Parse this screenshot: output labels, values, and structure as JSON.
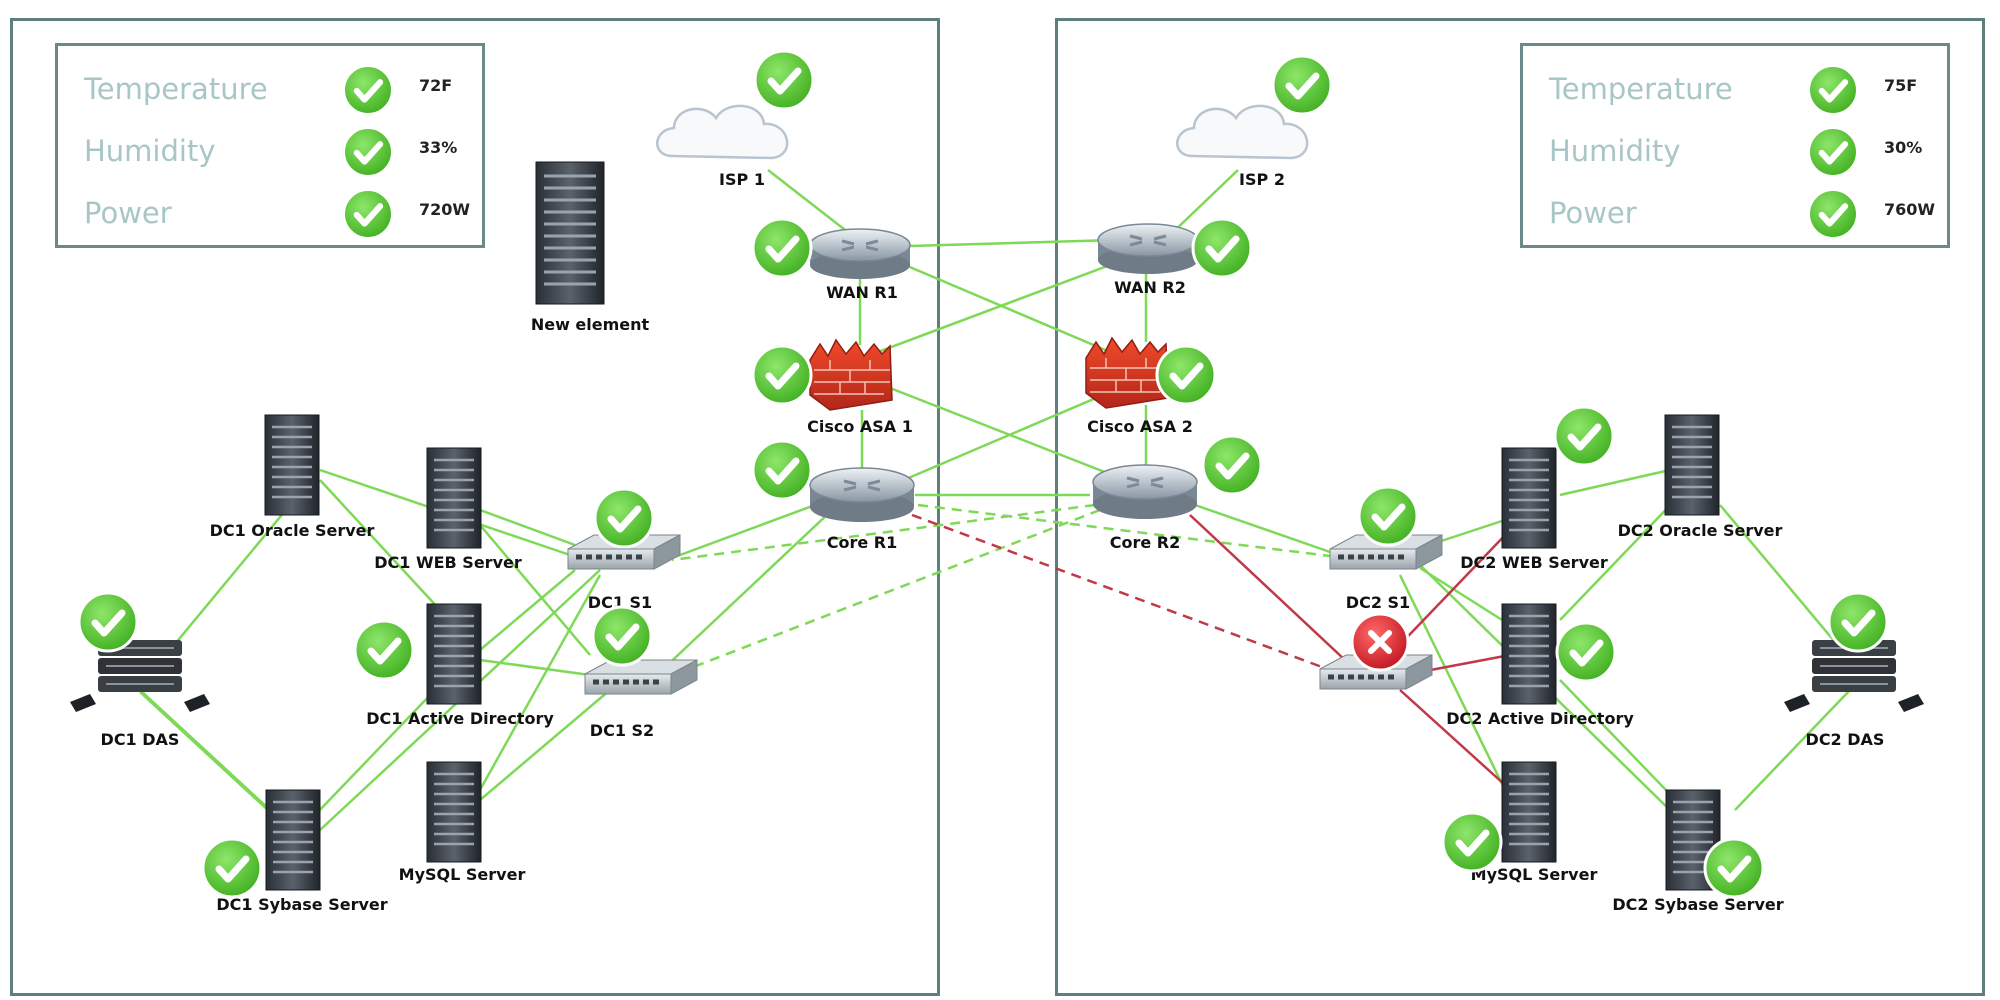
{
  "status_left": {
    "rows": [
      {
        "label": "Temperature",
        "value": "72F"
      },
      {
        "label": "Humidity",
        "value": "33%"
      },
      {
        "label": "Power",
        "value": "720W"
      }
    ]
  },
  "status_right": {
    "rows": [
      {
        "label": "Temperature",
        "value": "75F"
      },
      {
        "label": "Humidity",
        "value": "30%"
      },
      {
        "label": "Power",
        "value": "760W"
      }
    ]
  },
  "nodes": {
    "isp1": "ISP 1",
    "isp2": "ISP 2",
    "wan_r1": "WAN R1",
    "wan_r2": "WAN R2",
    "asa1": "Cisco ASA 1",
    "asa2": "Cisco ASA 2",
    "core_r1": "Core R1",
    "core_r2": "Core R2",
    "new_element": "New element",
    "dc1_oracle": "DC1 Oracle Server",
    "dc1_web": "DC1 WEB Server",
    "dc1_s1": "DC1 S1",
    "dc1_s2": "DC1 S2",
    "dc1_ad": "DC1 Active Directory",
    "dc1_das": "DC1 DAS",
    "dc1_sybase": "DC1 Sybase Server",
    "dc1_mysql": "MySQL Server",
    "dc2_web": "DC2 WEB Server",
    "dc2_oracle": "DC2 Oracle Server",
    "dc2_s1": "DC2 S1",
    "dc2_ad": "DC2 Active Directory",
    "dc2_das": "DC2 DAS",
    "dc2_mysql": "MySQL Server",
    "dc2_sybase": "DC2 Sybase Server"
  },
  "colors": {
    "link_ok": "#7ed957",
    "link_fail": "#c0394a",
    "status_ok": "#5cc23a",
    "status_fail": "#d9232e",
    "panel_border": "#5f7f7f",
    "label_muted": "#a9c6c6"
  }
}
